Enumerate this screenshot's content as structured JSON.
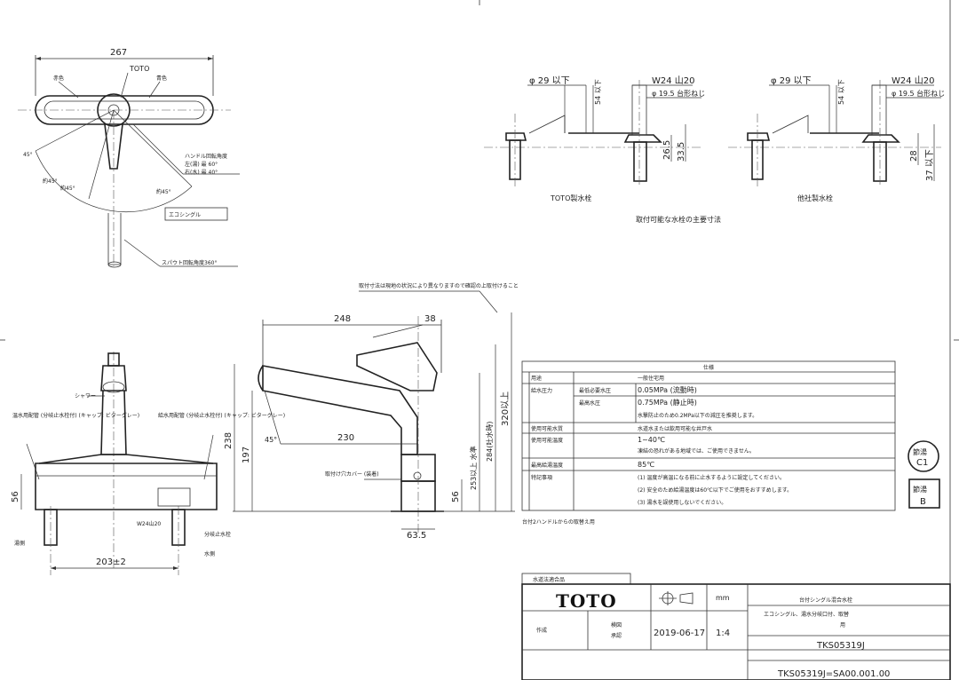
{
  "top_view": {
    "width_dim": "267",
    "brand_mark": "TOTO",
    "color_left": "赤色",
    "color_right": "青色",
    "handle_angle_label": "ハンドル回転角度",
    "angle_left": "左(湯) 最 60°",
    "angle_right": "右(水) 最 40°",
    "spout_rotation": "スパウト回転角度360°",
    "eco_label": "エコシングル",
    "a1": "45°",
    "a2": "約45°",
    "a3": "約45°",
    "a4": "約45°"
  },
  "valve_details": {
    "toto_phi": "φ 29 以下",
    "toto_len": "54 以下",
    "toto_thread": "W24 山20",
    "toto_thread2": "φ 19.5 台形ねじ",
    "toto_h1": "26.5",
    "toto_h2": "33.5",
    "toto_caption": "TOTO製水栓",
    "other_phi": "φ 29 以下",
    "other_len": "54 以下",
    "other_thread": "W24 山20",
    "other_thread2": "φ 19.5 台形ねじ",
    "other_h1": "28",
    "other_h2": "37 以下",
    "other_caption": "他社製水栓",
    "main_caption": "取付可能な水栓の主要寸法"
  },
  "front_view": {
    "shower": "シャワー",
    "hot_label": "温水用配管\n(分岐止水栓付)\n(キャップ:\nビターグレー)",
    "cold_label": "給水用配管\n(分岐止水栓付)\n(キャップ:\nビターグレー)",
    "h56": "56",
    "w203": "203±2",
    "thread": "W24山20",
    "branch": "分岐止水栓",
    "hot": "湯側",
    "water": "水側"
  },
  "side_view": {
    "note": "取付寸法は現地の状況により異なりますので確認の上取付けること",
    "d248": "248",
    "d38": "38",
    "d230": "230",
    "d238": "238",
    "d197": "197",
    "d45": "45°",
    "d253": "253以上 水準",
    "d284": "284(吐水時)",
    "d320": "320以上",
    "d56": "56",
    "d635": "63.5",
    "cover": "取付け穴カバー\n(装着)"
  },
  "spec_table": {
    "title": "仕様",
    "rows": [
      {
        "k": "用途",
        "v": "一般住宅用"
      },
      {
        "k": "給水圧力",
        "k2": "最低必要水圧",
        "v": "0.05MPa (流動時)"
      },
      {
        "k": "",
        "k2": "最高水圧",
        "v": "0.75MPa (静止時)"
      },
      {
        "k": "",
        "k2": "",
        "v": "水撃防止のため0.2MPa以下の減圧を推奨します。"
      },
      {
        "k": "使用可能水質",
        "v": "水道水または飲用可能な井戸水"
      },
      {
        "k": "使用可能温度",
        "v": "1~40℃"
      },
      {
        "k": "",
        "v": "凍結の恐れがある地域では、ご使用できません。"
      },
      {
        "k": "最高給湯温度",
        "v": "85℃"
      },
      {
        "k": "特記事項",
        "v": "(1) 温度が高温になる前に止水するように設定してください。"
      },
      {
        "k": "",
        "v": "(2) 安全のため給湯温度は60℃以下でご使用をおすすめします。"
      },
      {
        "k": "",
        "v": "(3) 湯水を誤使用しないでください。"
      }
    ],
    "footnote": "台付2ハンドルからの取替え用"
  },
  "marks": {
    "m1_top": "節湯",
    "m1_bot": "C1",
    "m2_top": "節湯",
    "m2_bot": "B"
  },
  "title_block": {
    "header": "水道法適合品",
    "brand": "TOTO",
    "unit": "mm",
    "name": "台付シングル混合水栓",
    "desc1": "エコシングル、湯水分岐口付、取替",
    "desc2": "用",
    "date": "2019-06-17",
    "scale": "1:4",
    "model": "TKS05319J",
    "drawing_no": "TKS05319J=SA00.001.00",
    "drawn": "作成",
    "check": "検図",
    "appr": "承認"
  }
}
